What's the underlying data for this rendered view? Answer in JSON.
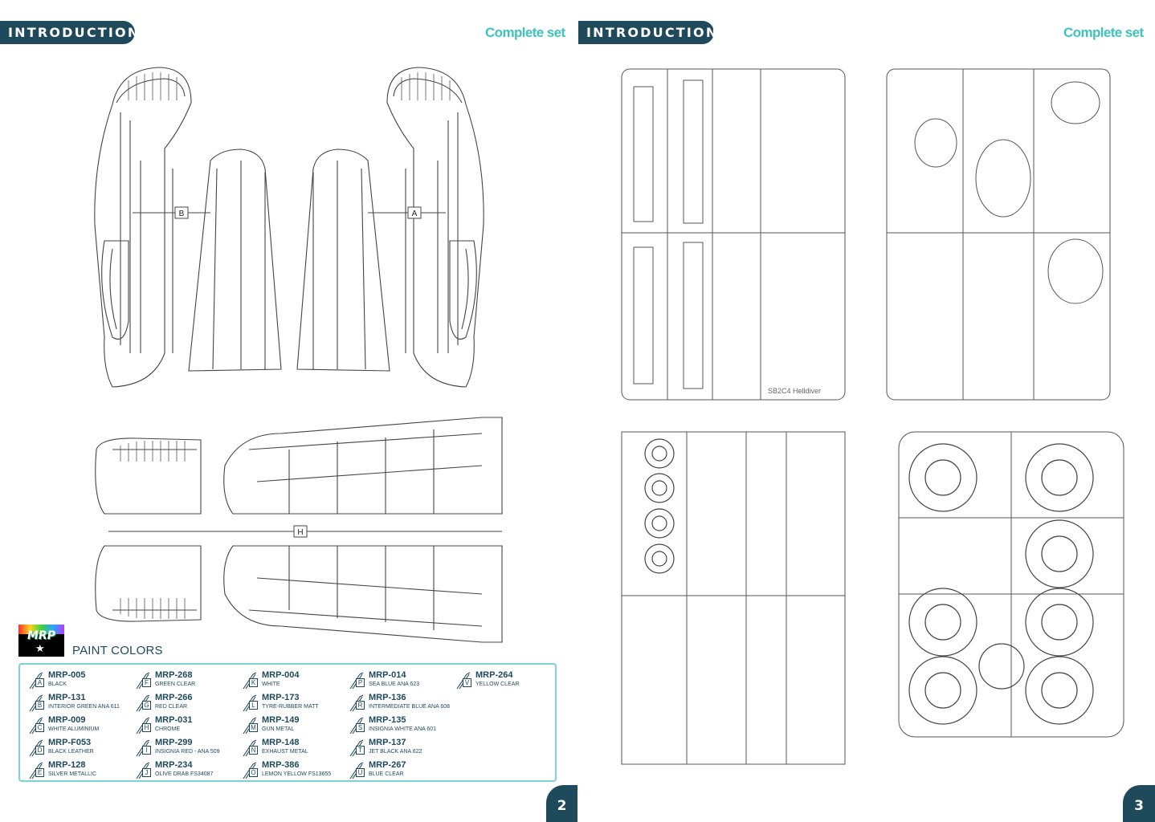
{
  "pages": [
    {
      "header": "INTRODUCTION",
      "set_label": "Complete set",
      "number": "2"
    },
    {
      "header": "INTRODUCTION",
      "set_label": "Complete set",
      "number": "3"
    }
  ],
  "sprue_labels": {
    "b": "B",
    "a": "A",
    "h": "H"
  },
  "sprue_sheet_text": "SB2C4 Helldiver",
  "logo_text": "MRP",
  "paint_colors": {
    "title": "PAINT COLORS",
    "items": [
      {
        "letter": "A",
        "code": "MRP-005",
        "name": "BLACK"
      },
      {
        "letter": "B",
        "code": "MRP-131",
        "name": "INTERIOR GREEN ANA 611"
      },
      {
        "letter": "C",
        "code": "MRP-009",
        "name": "WHITE ALUMINIUM"
      },
      {
        "letter": "D",
        "code": "MRP-F053",
        "name": "BLACK LEATHER"
      },
      {
        "letter": "E",
        "code": "MRP-128",
        "name": "SILVER METALLIC"
      },
      {
        "letter": "F",
        "code": "MRP-268",
        "name": "GREEN CLEAR"
      },
      {
        "letter": "G",
        "code": "MRP-266",
        "name": "RED CLEAR"
      },
      {
        "letter": "H",
        "code": "MRP-031",
        "name": "CHROME"
      },
      {
        "letter": "I",
        "code": "MRP-299",
        "name": "INSIGNIA RED - ANA 509"
      },
      {
        "letter": "J",
        "code": "MRP-234",
        "name": "OLIVE DRAB FS34087"
      },
      {
        "letter": "K",
        "code": "MRP-004",
        "name": "WHITE"
      },
      {
        "letter": "L",
        "code": "MRP-173",
        "name": "TYRE-RUBBER MATT"
      },
      {
        "letter": "M",
        "code": "MRP-149",
        "name": "GUN METAL"
      },
      {
        "letter": "N",
        "code": "MRP-148",
        "name": "EXHAUST METAL"
      },
      {
        "letter": "O",
        "code": "MRP-386",
        "name": "LEMON YELLOW FS13655"
      },
      {
        "letter": "P",
        "code": "MRP-014",
        "name": "SEA BLUE ANA 623"
      },
      {
        "letter": "R",
        "code": "MRP-136",
        "name": "INTERMEDIATE BLUE ANA 608"
      },
      {
        "letter": "S",
        "code": "MRP-135",
        "name": "INSIGNIA WHITE ANA 601"
      },
      {
        "letter": "T",
        "code": "MRP-137",
        "name": "JET BLACK ANA 622"
      },
      {
        "letter": "U",
        "code": "MRP-267",
        "name": "BLUE CLEAR"
      },
      {
        "letter": "V",
        "code": "MRP-264",
        "name": "YELLOW CLEAR"
      }
    ]
  },
  "colors": {
    "brand_dark": "#1f4a5c",
    "accent_teal": "#3fc1c0",
    "line": "#4a4a4a"
  }
}
